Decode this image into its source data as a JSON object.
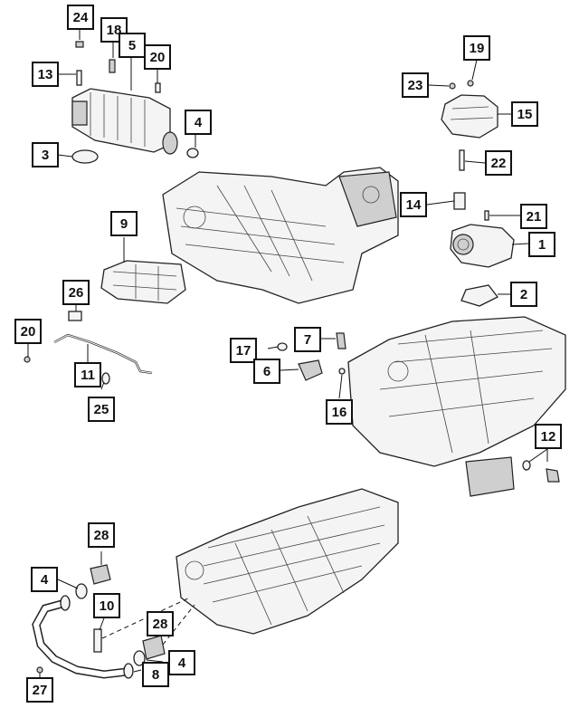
{
  "callouts": [
    {
      "id": "c24",
      "label": "24"
    },
    {
      "id": "c18",
      "label": "18"
    },
    {
      "id": "c5",
      "label": "5"
    },
    {
      "id": "c20a",
      "label": "20"
    },
    {
      "id": "c13",
      "label": "13"
    },
    {
      "id": "c4a",
      "label": "4"
    },
    {
      "id": "c3",
      "label": "3"
    },
    {
      "id": "c19",
      "label": "19"
    },
    {
      "id": "c23",
      "label": "23"
    },
    {
      "id": "c15",
      "label": "15"
    },
    {
      "id": "c22",
      "label": "22"
    },
    {
      "id": "c14",
      "label": "14"
    },
    {
      "id": "c21",
      "label": "21"
    },
    {
      "id": "c1",
      "label": "1"
    },
    {
      "id": "c2",
      "label": "2"
    },
    {
      "id": "c9",
      "label": "9"
    },
    {
      "id": "c26",
      "label": "26"
    },
    {
      "id": "c20b",
      "label": "20"
    },
    {
      "id": "c11",
      "label": "11"
    },
    {
      "id": "c25",
      "label": "25"
    },
    {
      "id": "c17",
      "label": "17"
    },
    {
      "id": "c7",
      "label": "7"
    },
    {
      "id": "c6",
      "label": "6"
    },
    {
      "id": "c16",
      "label": "16"
    },
    {
      "id": "c12",
      "label": "12"
    },
    {
      "id": "c28a",
      "label": "28"
    },
    {
      "id": "c4b",
      "label": "4"
    },
    {
      "id": "c10",
      "label": "10"
    },
    {
      "id": "c28b",
      "label": "28"
    },
    {
      "id": "c4c",
      "label": "4"
    },
    {
      "id": "c8",
      "label": "8"
    },
    {
      "id": "c27",
      "label": "27"
    }
  ]
}
